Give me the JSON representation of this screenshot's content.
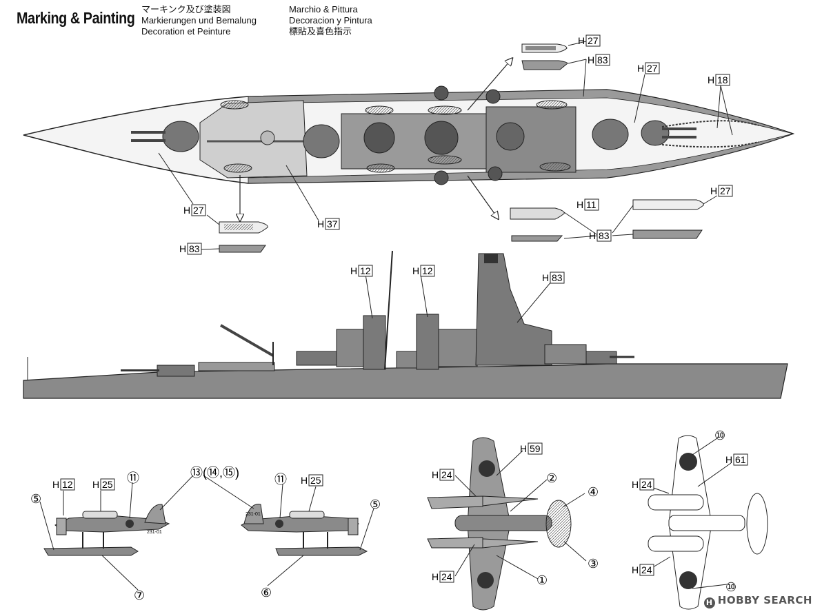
{
  "header": {
    "title": "Marking & Painting",
    "col1": [
      "マーキンク及び塗装図",
      "Markierungen und Bemalung",
      "Decoration et Peinture"
    ],
    "col2": [
      "Marchio & Pittura",
      "Decoracion y Pintura",
      "標貼及喜色指示"
    ]
  },
  "codes": {
    "h27": "27",
    "h83": "83",
    "h18": "18",
    "h37": "37",
    "h11": "11",
    "h12": "12",
    "h25": "25",
    "h24": "24",
    "h59": "59",
    "h61": "61",
    "H": "H"
  },
  "numbers": {
    "n1": "①",
    "n2": "②",
    "n3": "③",
    "n4": "④",
    "n5": "⑤",
    "n6": "⑥",
    "n7": "⑦",
    "n10": "⑩",
    "n11": "⑪",
    "n13": "⑬",
    "n13group": "⑬(⑭,⑮)"
  },
  "aircraft_text": "231-01",
  "watermark": {
    "icon": "H",
    "text": "HOBBY SEARCH"
  },
  "colors": {
    "ink": "#222222",
    "hull_grey": "#8a8a8a",
    "deck": "#f4f4f4",
    "dark": "#3a3a3a"
  }
}
